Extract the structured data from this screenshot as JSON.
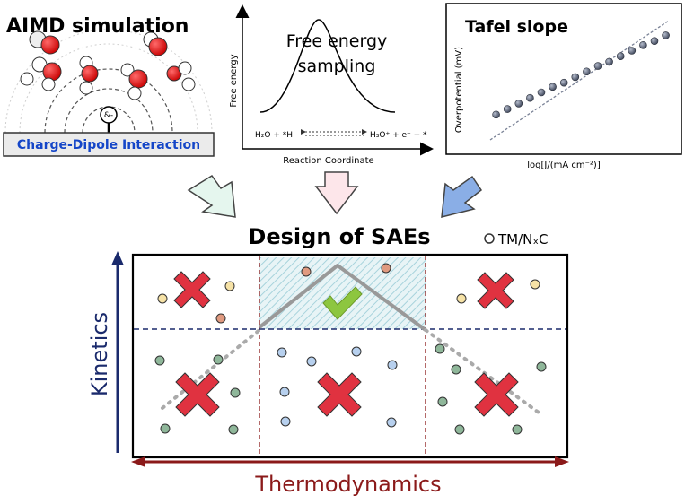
{
  "aimd": {
    "title": "AIMD simulation",
    "center_label": "&-",
    "banner": "Charge-Dipole Interaction"
  },
  "free_energy": {
    "title_line1": "Free energy",
    "title_line2": "sampling",
    "ylabel": "Free energy",
    "xlabel": "Reaction Coordinate",
    "reactant": "H₂O + *H",
    "product": "H₃O⁺ + e⁻ + *"
  },
  "tafel": {
    "title": "Tafel slope",
    "ylabel": "Overpotential (mV)",
    "xlabel": "log[J/(mA cm⁻²)]",
    "points": [
      [
        0.06,
        0.24
      ],
      [
        0.12,
        0.28
      ],
      [
        0.18,
        0.32
      ],
      [
        0.24,
        0.36
      ],
      [
        0.3,
        0.4
      ],
      [
        0.36,
        0.44
      ],
      [
        0.42,
        0.47
      ],
      [
        0.48,
        0.51
      ],
      [
        0.54,
        0.55
      ],
      [
        0.6,
        0.59
      ],
      [
        0.66,
        0.62
      ],
      [
        0.72,
        0.66
      ],
      [
        0.78,
        0.7
      ],
      [
        0.84,
        0.74
      ],
      [
        0.9,
        0.77
      ],
      [
        0.96,
        0.81
      ]
    ]
  },
  "design": {
    "title": "Design of SAEs",
    "legend": "TM/NₓC",
    "y_axis_label": "Kinetics",
    "x_axis_label": "Thermodynamics"
  },
  "colors": {
    "red_x": "#e03240",
    "check": "#8dc63f",
    "navy": "#1a2a6c",
    "dark_red": "#8b1a1a",
    "dot_yellow": "#f6e2a6",
    "dot_orange": "#e09a80",
    "dot_green": "#8fb79a",
    "dot_blue": "#b7d0ee",
    "arrow_green": "#e5f6ee",
    "arrow_pink": "#fde6ea",
    "arrow_blue": "#8aaee6"
  }
}
